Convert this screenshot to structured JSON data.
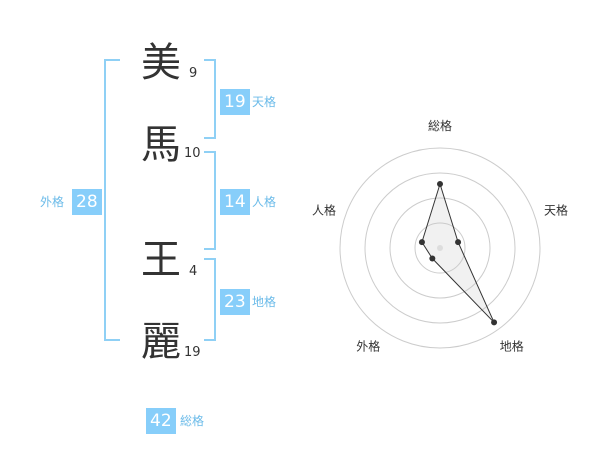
{
  "name": {
    "chars": [
      {
        "char": "美",
        "strokes": "9"
      },
      {
        "char": "馬",
        "strokes": "10"
      },
      {
        "char": "王",
        "strokes": "4"
      },
      {
        "char": "麗",
        "strokes": "19"
      }
    ]
  },
  "fortunes": {
    "tenkaku": {
      "label": "天格",
      "value": "19"
    },
    "jinkaku": {
      "label": "人格",
      "value": "14"
    },
    "chikaku": {
      "label": "地格",
      "value": "23"
    },
    "gaikaku": {
      "label": "外格",
      "value": "28"
    },
    "soukaku": {
      "label": "総格",
      "value": "42"
    }
  },
  "colors": {
    "accent": "#87cefa",
    "bracket": "#8fd0f5",
    "text": "#333333"
  },
  "chart_data": {
    "type": "radar",
    "axes": [
      "総格",
      "天格",
      "地格",
      "外格",
      "人格"
    ],
    "values": [
      0.64,
      0.19,
      0.92,
      0.13,
      0.19
    ],
    "max": 1,
    "rings": 4
  }
}
